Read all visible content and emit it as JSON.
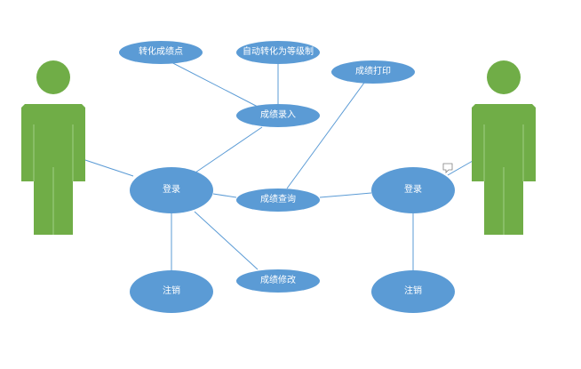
{
  "colors": {
    "actor": "#70ad47",
    "ellipse": "#5b9bd5",
    "connector": "#5b9bd5",
    "label_text": "#ffffff"
  },
  "actors": [
    {
      "id": "actor-left",
      "role": "left"
    },
    {
      "id": "actor-right",
      "role": "right"
    }
  ],
  "nodes": {
    "score_to_points": "转化成绩点",
    "auto_to_grades": "自动转化为等级制",
    "print_scores": "成绩打印",
    "enter_scores": "成绩录入",
    "login_left": "登录",
    "query_scores": "成绩查询",
    "login_right": "登录",
    "modify_scores": "成绩修改",
    "logout_left": "注销",
    "logout_right": "注销"
  },
  "icons": {
    "comment": "comment-icon"
  }
}
